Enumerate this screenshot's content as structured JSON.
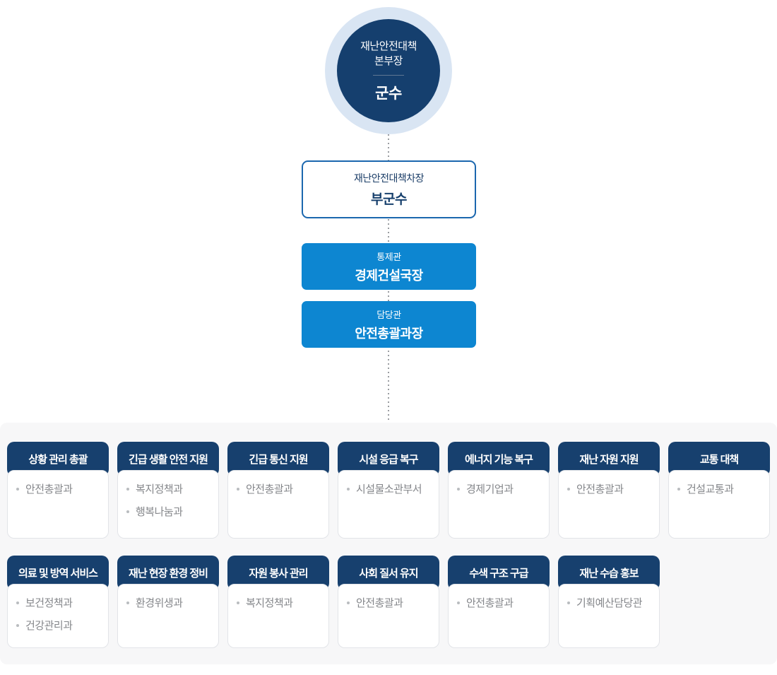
{
  "hq_chief": {
    "title_line1": "재난안전대책",
    "title_line2": "본부장",
    "name": "군수"
  },
  "deputy_chief": {
    "title": "재난안전대책차장",
    "name": "부군수"
  },
  "controller": {
    "title": "통제관",
    "name": "경제건설국장"
  },
  "officer": {
    "title": "담당관",
    "name": "안전총괄과장"
  },
  "departments": {
    "rows": [
      [
        {
          "title": "상황 관리 총괄",
          "items": [
            "안전총괄과"
          ]
        },
        {
          "title": "긴급 생활 안전 지원",
          "items": [
            "복지정책과",
            "행복나눔과"
          ]
        },
        {
          "title": "긴급 통신 지원",
          "items": [
            "안전총괄과"
          ]
        },
        {
          "title": "시설 응급 복구",
          "items": [
            "시설물소관부서"
          ]
        },
        {
          "title": "에너지 기능 복구",
          "items": [
            "경제기업과"
          ]
        },
        {
          "title": "재난 자원 지원",
          "items": [
            "안전총괄과"
          ]
        },
        {
          "title": "교통 대책",
          "items": [
            "건설교통과"
          ]
        }
      ],
      [
        {
          "title": "의료 및 방역 서비스",
          "items": [
            "보건정책과",
            "건강관리과"
          ]
        },
        {
          "title": "재난 현장 환경 정비",
          "items": [
            "환경위생과"
          ]
        },
        {
          "title": "자원 봉사 관리",
          "items": [
            "복지정책과"
          ]
        },
        {
          "title": "사회 질서 유지",
          "items": [
            "안전총괄과"
          ]
        },
        {
          "title": "수색 구조 구급",
          "items": [
            "안전총괄과"
          ]
        },
        {
          "title": "재난 수습 홍보",
          "items": [
            "기획예산담당관"
          ]
        }
      ]
    ]
  },
  "colors": {
    "navy": "#17406e",
    "circle_navy": "#153f6e",
    "circle_ring": "#d9e5f3",
    "accent_blue": "#0d86d1",
    "deputy_border_blue": "#1b67ae",
    "panel_bg": "#f7f7f8",
    "card_border": "#e2e4e8",
    "item_text_gray": "#85878b",
    "bullet_gray": "#b9bcbf",
    "connector_dot_gray": "#9a9da1"
  }
}
